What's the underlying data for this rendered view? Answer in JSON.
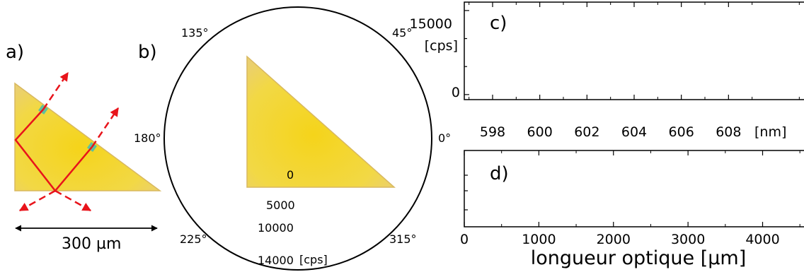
{
  "panel_a": {
    "label": "a)",
    "scale_text": "300 µm"
  },
  "panel_b": {
    "label": "b)",
    "angles": [
      "135°",
      "45°",
      "180°",
      "0°",
      "225°",
      "315°"
    ],
    "radial_ticks": [
      "0",
      "5000",
      "10000",
      "14000"
    ],
    "radial_unit": "[cps]"
  },
  "colors": {
    "crystal_fill": "#f2d640",
    "crystal_edge": "#d8b860",
    "beam": "#e8141b",
    "marker": "#5cc0a0",
    "axis": "#000000"
  },
  "chart_data": [
    {
      "type": "line",
      "panel": "c)",
      "xlabel": "",
      "x_ticks": [
        "598",
        "600",
        "602",
        "604",
        "606",
        "608"
      ],
      "x_unit": "[nm]",
      "ylabel": "[cps]",
      "y_ticks": [
        "0",
        "15000"
      ],
      "xlim": [
        596.8,
        611.5
      ],
      "ylim": [
        -900,
        16500
      ],
      "series": []
    },
    {
      "type": "line",
      "panel": "d)",
      "xlabel": "longueur optique  [µm]",
      "x_ticks": [
        "0",
        "1000",
        "2000",
        "3000",
        "4000"
      ],
      "xlim": [
        0,
        4650
      ],
      "series": []
    }
  ]
}
